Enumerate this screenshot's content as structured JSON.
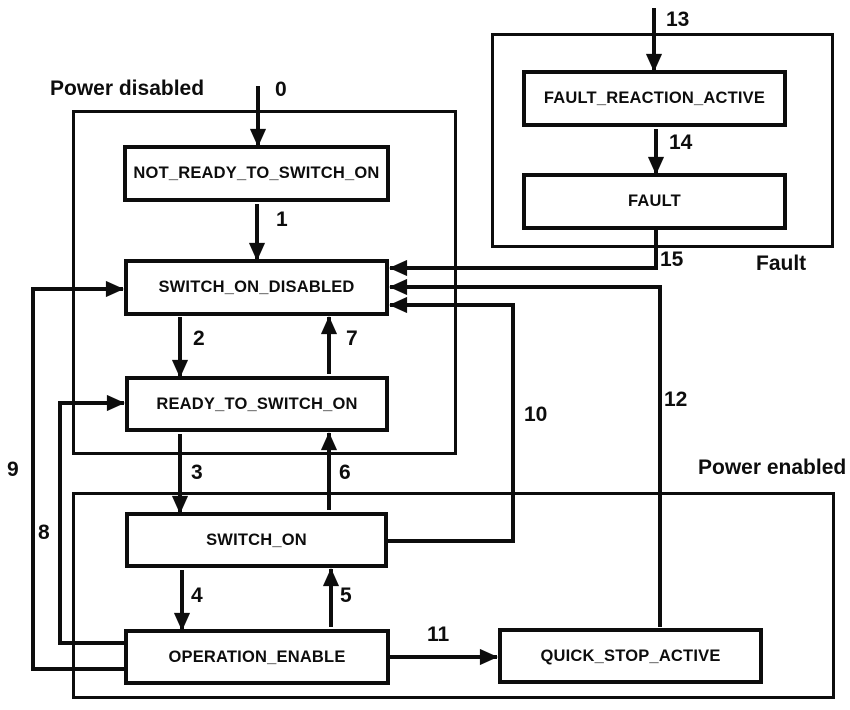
{
  "diagram": {
    "type": "state-machine",
    "colors": {
      "line": "#0d0d0d",
      "background": "#ffffff",
      "text": "#0d0d0d"
    },
    "regions": {
      "power_disabled": {
        "label": "Power disabled"
      },
      "power_enabled": {
        "label": "Power enabled"
      },
      "fault": {
        "label": "Fault"
      }
    },
    "states": {
      "not_ready_to_switch_on": {
        "label": "NOT_READY_TO_SWITCH_ON"
      },
      "switch_on_disabled": {
        "label": "SWITCH_ON_DISABLED"
      },
      "ready_to_switch_on": {
        "label": "READY_TO_SWITCH_ON"
      },
      "switch_on": {
        "label": "SWITCH_ON"
      },
      "operation_enable": {
        "label": "OPERATION_ENABLE"
      },
      "quick_stop_active": {
        "label": "QUICK_STOP_ACTIVE"
      },
      "fault_reaction_active": {
        "label": "FAULT_REACTION_ACTIVE"
      },
      "fault": {
        "label": "FAULT"
      }
    },
    "transitions": {
      "t0": {
        "label": "0",
        "from": "start",
        "to": "not_ready_to_switch_on"
      },
      "t1": {
        "label": "1",
        "from": "not_ready_to_switch_on",
        "to": "switch_on_disabled"
      },
      "t2": {
        "label": "2",
        "from": "switch_on_disabled",
        "to": "ready_to_switch_on"
      },
      "t3": {
        "label": "3",
        "from": "ready_to_switch_on",
        "to": "switch_on"
      },
      "t4": {
        "label": "4",
        "from": "switch_on",
        "to": "operation_enable"
      },
      "t5": {
        "label": "5",
        "from": "operation_enable",
        "to": "switch_on"
      },
      "t6": {
        "label": "6",
        "from": "switch_on",
        "to": "ready_to_switch_on"
      },
      "t7": {
        "label": "7",
        "from": "ready_to_switch_on",
        "to": "switch_on_disabled"
      },
      "t8": {
        "label": "8",
        "from": "operation_enable",
        "to": "ready_to_switch_on"
      },
      "t9": {
        "label": "9",
        "from": "operation_enable",
        "to": "switch_on_disabled"
      },
      "t10": {
        "label": "10",
        "from": "switch_on",
        "to": "switch_on_disabled"
      },
      "t11": {
        "label": "11",
        "from": "operation_enable",
        "to": "quick_stop_active"
      },
      "t12": {
        "label": "12",
        "from": "quick_stop_active",
        "to": "switch_on_disabled"
      },
      "t13": {
        "label": "13",
        "from": "start",
        "to": "fault_reaction_active"
      },
      "t14": {
        "label": "14",
        "from": "fault_reaction_active",
        "to": "fault"
      },
      "t15": {
        "label": "15",
        "from": "fault",
        "to": "switch_on_disabled"
      }
    }
  }
}
